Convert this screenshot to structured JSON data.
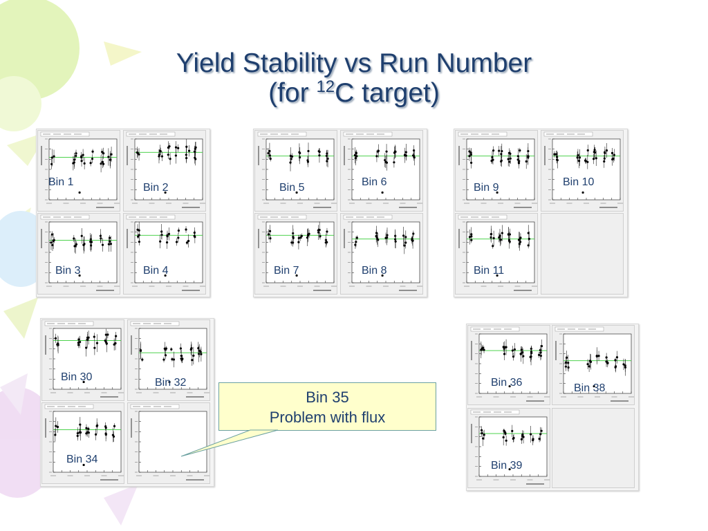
{
  "title": {
    "line1": "Yield Stability vs Run Number",
    "line2_pre": "(for ",
    "line2_sup": "12",
    "line2_post": "C target)"
  },
  "callout": {
    "line1": "Bin 35",
    "line2": "Problem with flux"
  },
  "colors": {
    "title": "#1f3f6e",
    "fit_line": "#33cc33",
    "callout_bg": "#ffffcc",
    "callout_border": "#6aa0a0",
    "panel_bg": "#efefef"
  },
  "bins": [
    {
      "label": "Bin 1",
      "level": 0.7
    },
    {
      "label": "Bin 2",
      "level": 0.78
    },
    {
      "label": "Bin 3",
      "level": 0.7
    },
    {
      "label": "Bin 4",
      "level": 0.78
    },
    {
      "label": "Bin 5",
      "level": 0.72
    },
    {
      "label": "Bin 6",
      "level": 0.72
    },
    {
      "label": "Bin 7",
      "level": 0.78
    },
    {
      "label": "Bin 8",
      "level": 0.72
    },
    {
      "label": "Bin 9",
      "level": 0.72
    },
    {
      "label": "Bin 10",
      "level": 0.72
    },
    {
      "label": "Bin 11",
      "level": 0.72
    },
    {
      "label": "Bin 30",
      "level": 0.8
    },
    {
      "label": "Bin 32",
      "level": 0.6
    },
    {
      "label": "Bin 34",
      "level": 0.7
    },
    {
      "label": "Bin 36",
      "level": 0.72
    },
    {
      "label": "Bin 38",
      "level": 0.55
    },
    {
      "label": "Bin 39",
      "level": 0.72
    }
  ]
}
